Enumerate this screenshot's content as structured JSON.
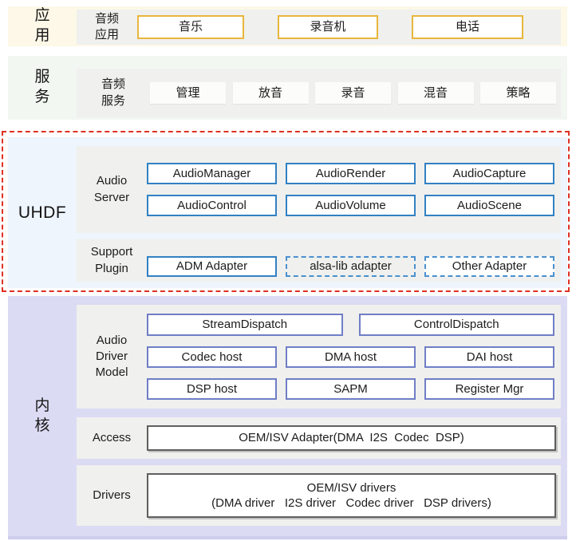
{
  "colors": {
    "app_band": "#fdf8e7",
    "service_band": "#f2f7f1",
    "uhdf_band": "#eef5fc",
    "kernel_band": "#dbdbf4",
    "panel_gray": "#f0f0ee",
    "gold_border": "#e8b63c",
    "blue_border": "#3181c3",
    "blue_dashed_border": "#4a90cf",
    "purple_border": "#6f7ec6",
    "gray_border": "#5f5f5f",
    "red_dashed_outline": "#e03022"
  },
  "layers": {
    "app": {
      "label": "应\n用",
      "panel_label": "音频\n应用",
      "boxes": [
        "音乐",
        "录音机",
        "电话"
      ]
    },
    "service": {
      "label": "服\n务",
      "panel_label": "音频\n服务",
      "boxes": [
        "管理",
        "放音",
        "录音",
        "混音",
        "策略"
      ]
    },
    "uhdf": {
      "label": "UHDF",
      "audio_server": {
        "label": "Audio\nServer",
        "row1": [
          "AudioManager",
          "AudioRender",
          "AudioCapture"
        ],
        "row2": [
          "AudioControl",
          "AudioVolume",
          "AudioScene"
        ]
      },
      "support_plugin": {
        "label": "Support\nPlugin",
        "boxes": [
          "ADM Adapter",
          "alsa-lib adapter",
          "Other Adapter"
        ]
      }
    },
    "kernel": {
      "label": "内\n核",
      "adm": {
        "label": "Audio\nDriver\nModel",
        "row1": [
          "StreamDispatch",
          "ControlDispatch"
        ],
        "row2": [
          "Codec host",
          "DMA host",
          "DAI host"
        ],
        "row3": [
          "DSP host",
          "SAPM",
          "Register Mgr"
        ]
      },
      "access": {
        "label": "Access",
        "box": "OEM/ISV Adapter(DMA  I2S  Codec  DSP)"
      },
      "drivers": {
        "label": "Drivers",
        "box": "OEM/ISV drivers\n(DMA driver   I2S driver   Codec driver   DSP drivers)"
      }
    }
  }
}
